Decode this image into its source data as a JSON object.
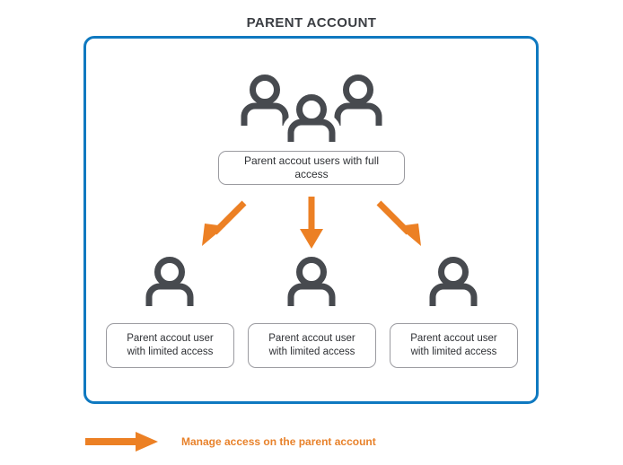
{
  "diagram": {
    "title": "PARENT ACCOUNT",
    "colors": {
      "frame_blue": "#0f79c0",
      "arrow_orange": "#ec8024",
      "icon_gray": "#474a4f",
      "box_border_gray": "#9b9ba0",
      "title_gray": "#3b3e43",
      "legend_text_orange": "#e8822b",
      "background": "#ffffff"
    },
    "top_group": {
      "icon_name": "three-users-icon",
      "user_count": 3,
      "label": "Parent accout users with full access"
    },
    "arrows": [
      {
        "name": "arrow-down-left",
        "direction": "down-left"
      },
      {
        "name": "arrow-down",
        "direction": "down"
      },
      {
        "name": "arrow-down-right",
        "direction": "down-right"
      }
    ],
    "children": [
      {
        "icon_name": "user-icon",
        "label_line1": "Parent accout user",
        "label_line2": "with limited access"
      },
      {
        "icon_name": "user-icon",
        "label_line1": "Parent accout user",
        "label_line2": "with limited access"
      },
      {
        "icon_name": "user-icon",
        "label_line1": "Parent accout user",
        "label_line2": "with limited access"
      }
    ],
    "legend": {
      "icon_name": "arrow-right-icon",
      "text": "Manage access on the parent account"
    }
  }
}
